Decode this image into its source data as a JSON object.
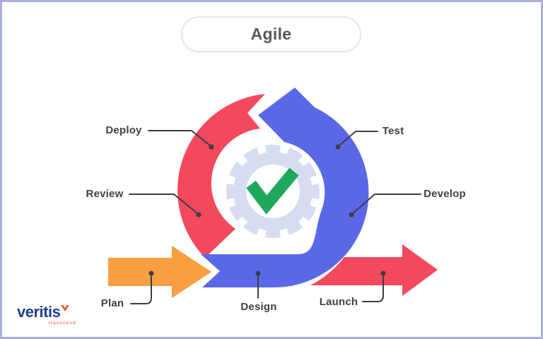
{
  "title": {
    "label": "Agile"
  },
  "callouts": {
    "deploy": {
      "text": "Deploy"
    },
    "test": {
      "text": "Test"
    },
    "review": {
      "text": "Review"
    },
    "develop": {
      "text": "Develop"
    },
    "plan": {
      "text": "Plan"
    },
    "design": {
      "text": "Design"
    },
    "launch": {
      "text": "Launch"
    }
  },
  "icons": {
    "center_gear": "gear-icon",
    "center_check": "check-icon",
    "logo_mark": "v-check-icon"
  },
  "logo": {
    "name": "veritis",
    "tagline": "transcend"
  },
  "colors": {
    "border": "#a9aedb",
    "red": "#f4485c",
    "blue": "#5a68e8",
    "orange": "#f99e41",
    "gear": "#d7ddf1",
    "check": "#1fa85c",
    "line": "#3a3f45",
    "label_text": "#3d4147",
    "title_text": "#56595f",
    "logo_navy": "#1d3e92",
    "logo_red": "#e8402e",
    "logo_mark": "#f15b2b",
    "background": "#ffffff"
  }
}
